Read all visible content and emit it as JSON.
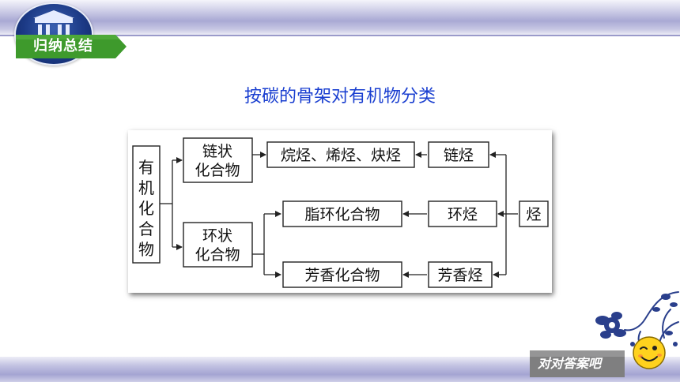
{
  "section": {
    "label": "归纳总结"
  },
  "diagram": {
    "title": "按碳的骨架对有机物分类",
    "nodes": {
      "organic": [
        "有",
        "机",
        "化",
        "合",
        "物"
      ],
      "chain_compound": [
        "链状",
        "化合物"
      ],
      "ring_compound": [
        "环状",
        "化合物"
      ],
      "alkane_alkene_alkyne": "烷烃、烯烃、炔烃",
      "chain_hydrocarbon": "链烃",
      "alicyclic_compound": "脂环化合物",
      "cyclic_hydrocarbon": "环烃",
      "aromatic_compound": "芳香化合物",
      "aromatic_hydrocarbon": "芳香烃",
      "hydrocarbon": "烃"
    }
  },
  "answer_button": {
    "label": "对对答案吧"
  },
  "colors": {
    "title": "#1a3fd0",
    "tab": "#3e9a2c",
    "bars": "#a9a9d4"
  }
}
